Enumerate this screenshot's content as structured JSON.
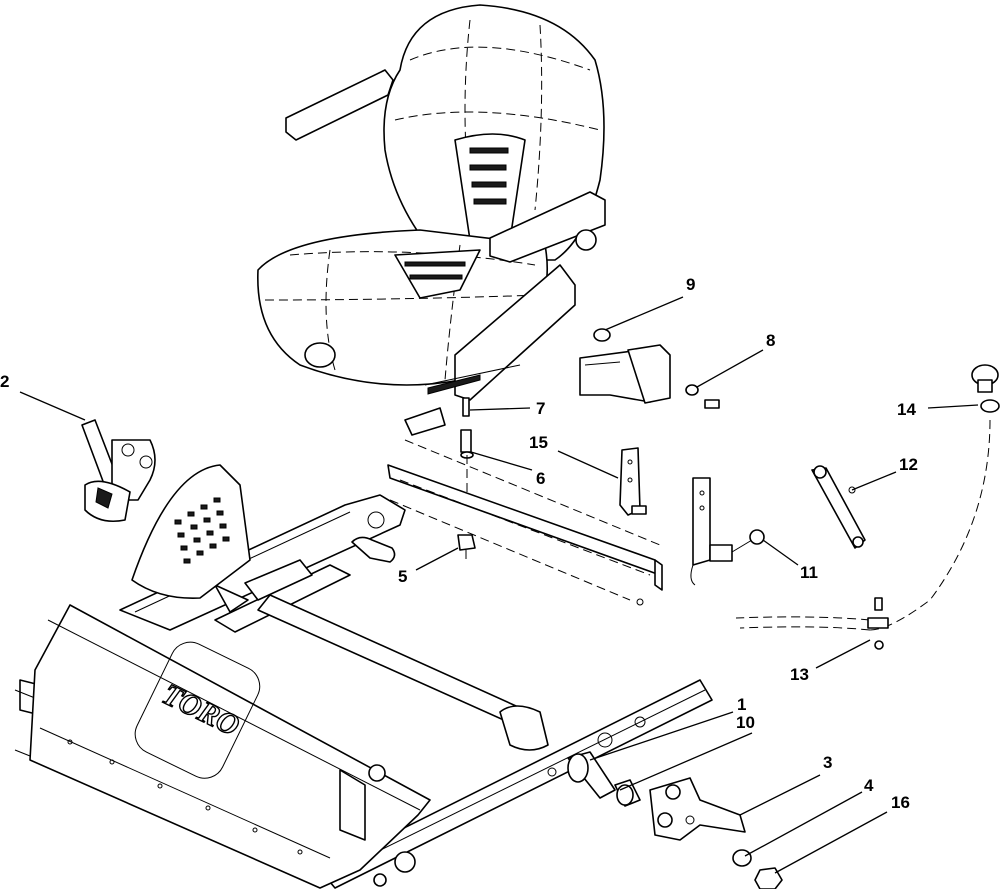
{
  "diagram": {
    "type": "exploded-parts-view",
    "brand_logo_text": "TORO",
    "callouts": [
      "1",
      "2",
      "3",
      "4",
      "5",
      "6",
      "7",
      "8",
      "9",
      "10",
      "11",
      "12",
      "13",
      "14",
      "15",
      "16"
    ]
  }
}
